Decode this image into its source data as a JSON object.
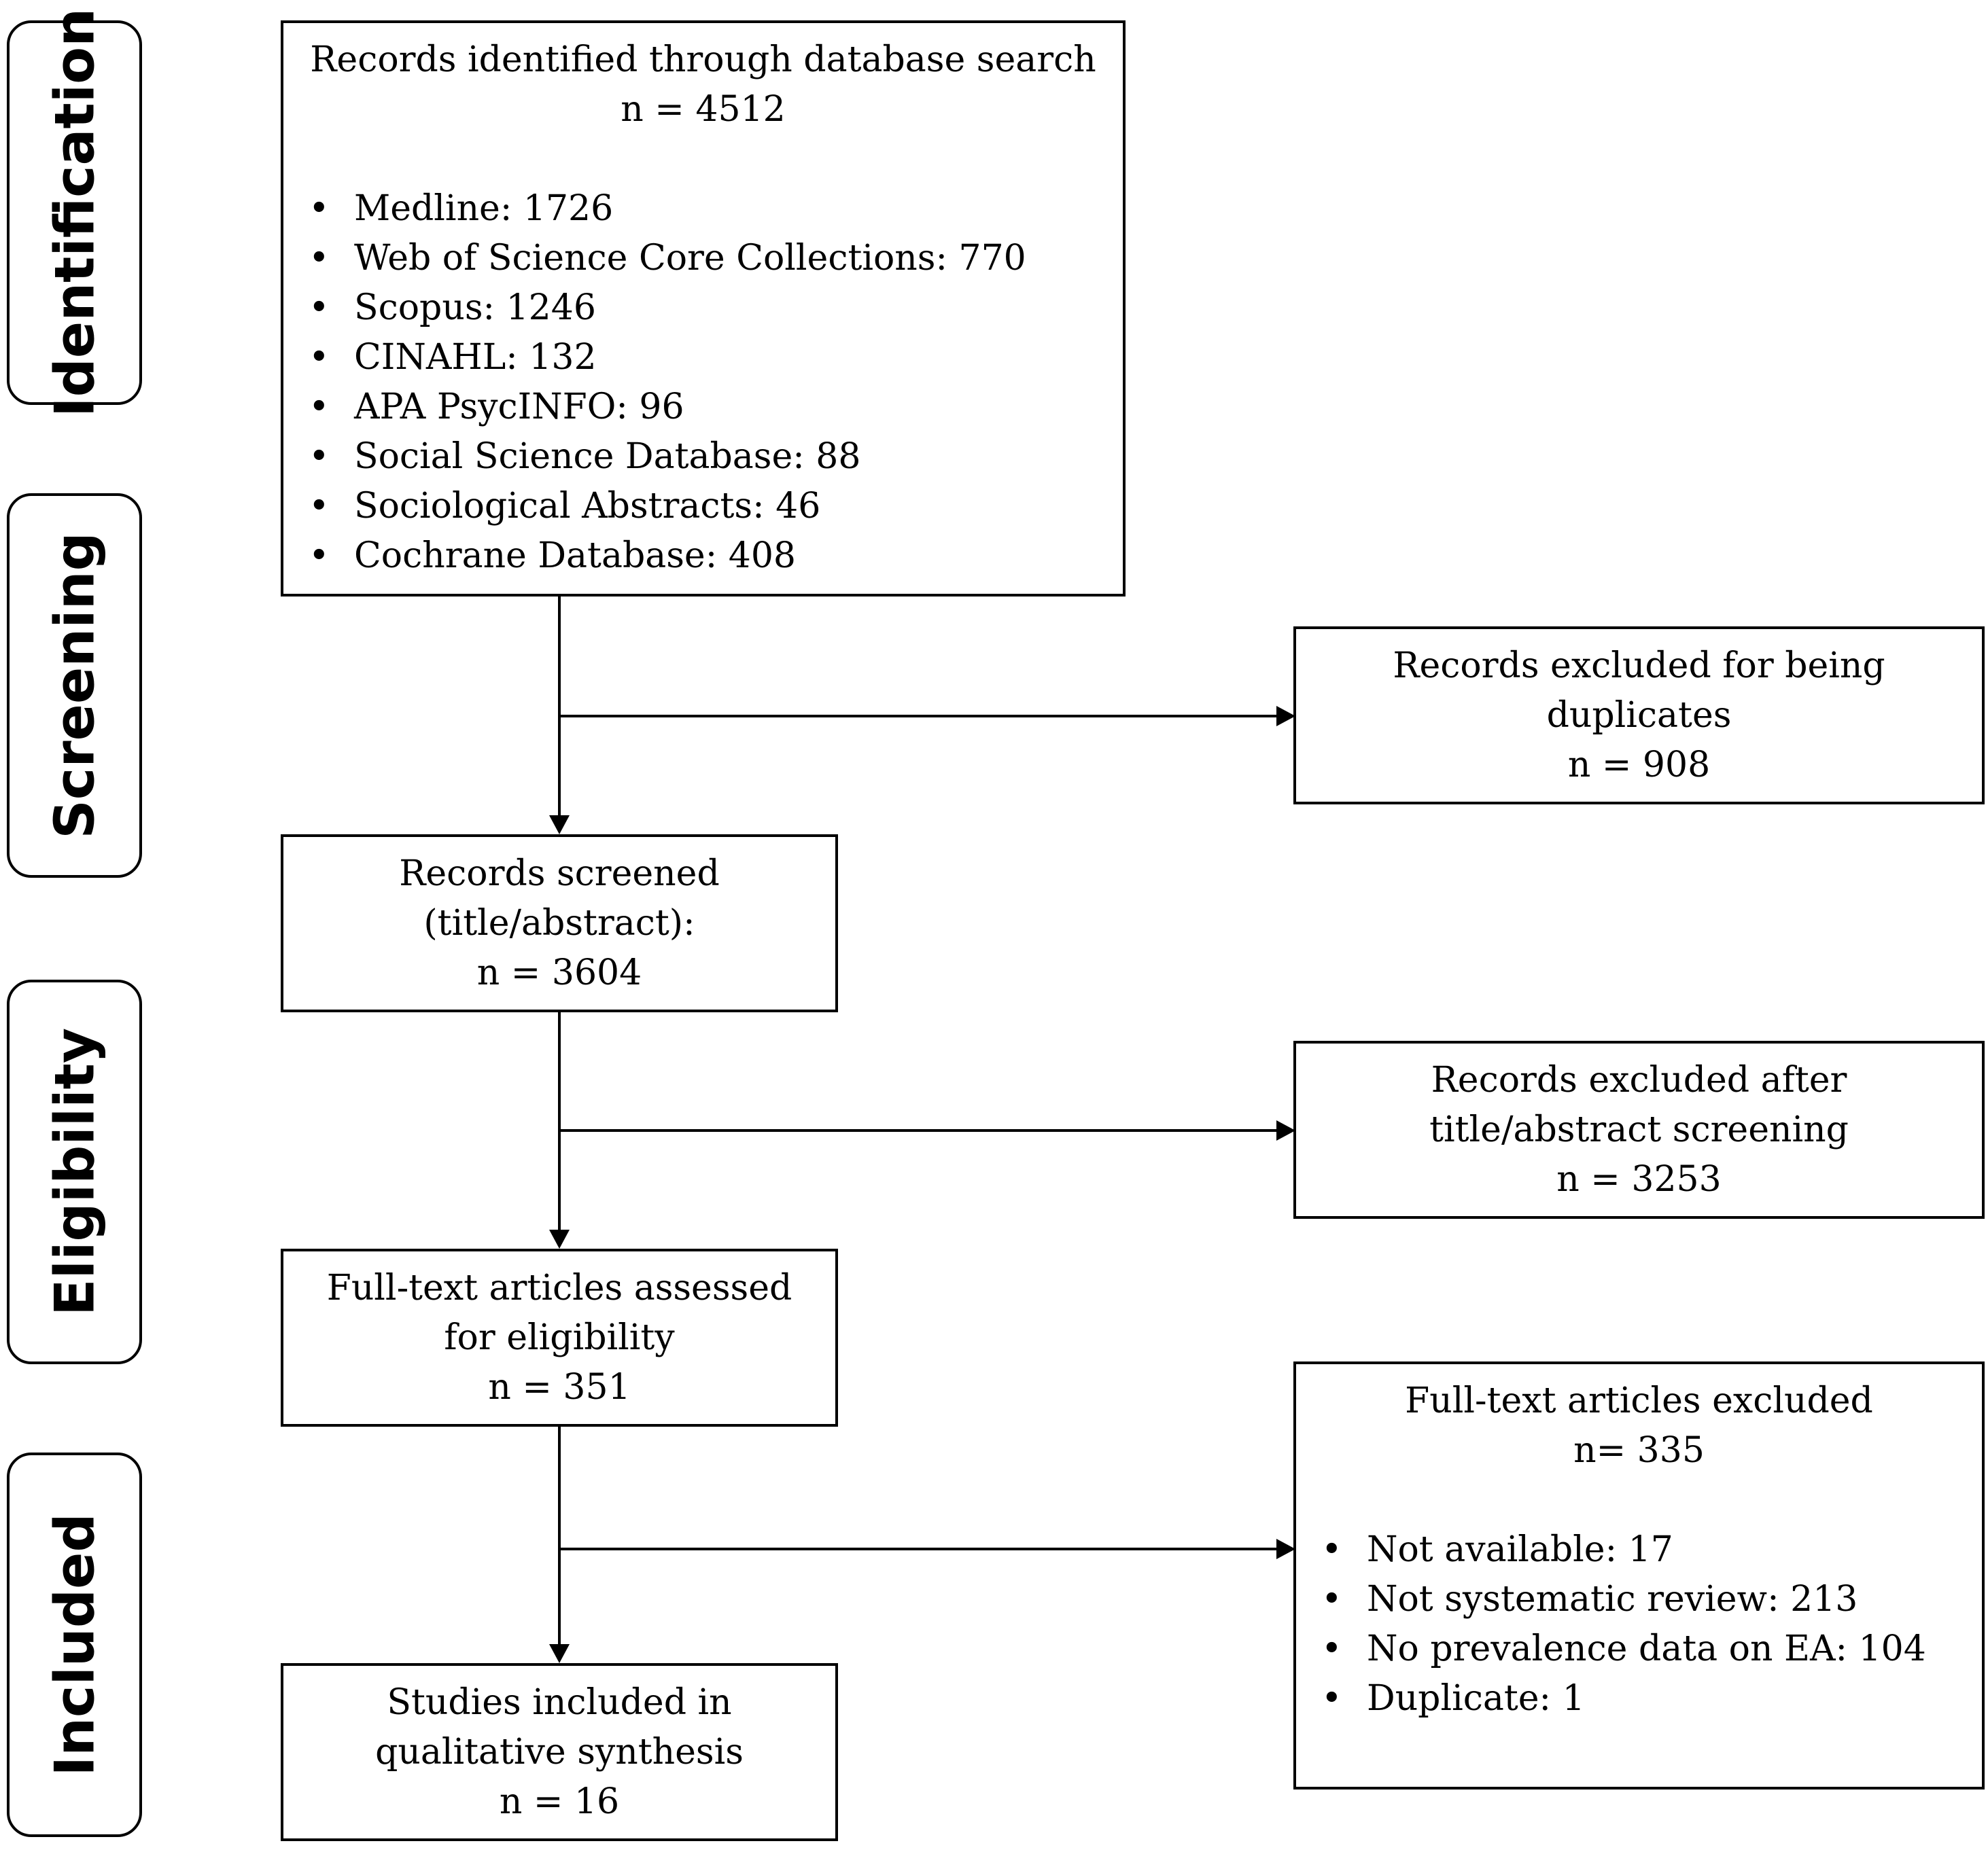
{
  "stages": [
    {
      "id": "identification",
      "label": "Identification"
    },
    {
      "id": "screening",
      "label": "Screening"
    },
    {
      "id": "eligibility",
      "label": "Eligibility"
    },
    {
      "id": "included",
      "label": "Included"
    }
  ],
  "identified": {
    "title": "Records identified through database search",
    "count": "n = 4512",
    "sources": [
      "Medline: 1726",
      "Web of Science Core Collections: 770",
      "Scopus: 1246",
      "CINAHL: 132",
      "APA PsycINFO: 96",
      "Social Science Database: 88",
      "Sociological Abstracts: 46",
      "Cochrane Database: 408"
    ]
  },
  "duplicates": {
    "line1": "Records excluded for being",
    "line2": "duplicates",
    "count": "n = 908"
  },
  "screened": {
    "line1": "Records screened",
    "line2": "(title/abstract):",
    "count": "n = 3604"
  },
  "excluded_screening": {
    "line1": "Records excluded after",
    "line2": "title/abstract screening",
    "count": "n = 3253"
  },
  "fulltext": {
    "line1": "Full-text articles assessed",
    "line2": "for eligibility",
    "count": "n = 351"
  },
  "fulltext_excluded": {
    "title": "Full-text articles excluded",
    "count": "n= 335",
    "reasons": [
      "Not available: 17",
      "Not systematic review: 213",
      "No prevalence data on EA: 104",
      "Duplicate: 1"
    ]
  },
  "included": {
    "line1": "Studies included in",
    "line2": "qualitative synthesis",
    "count": "n = 16"
  }
}
